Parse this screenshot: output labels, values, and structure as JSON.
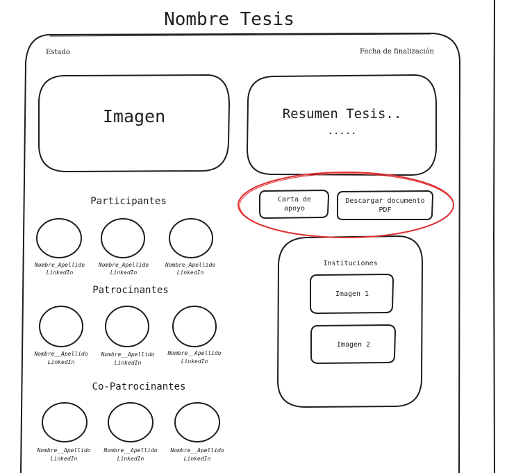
{
  "page": {
    "title": "Nombre Tesis"
  },
  "card": {
    "estado_label": "Estado",
    "fecha_label": "Fecha de finalización"
  },
  "image_box": {
    "label": "Imagen"
  },
  "summary": {
    "title": "Resumen Tesis..",
    "ellipsis": "....."
  },
  "buttons": {
    "carta_label": "Carta de apoyo",
    "descargar_label": "Descargar documento PDF"
  },
  "instituciones": {
    "title": "Instituciones",
    "images": [
      "Imagen 1",
      "Imagen 2"
    ]
  },
  "groups": [
    {
      "title": "Participantes",
      "people": [
        {
          "name": "Nombre_Apellido",
          "link": "LinkedIn"
        },
        {
          "name": "Nombre_Apellido",
          "link": "LinkedIn"
        },
        {
          "name": "Nombre_Apellido",
          "link": "LinkedIn"
        }
      ]
    },
    {
      "title": "Patrocinantes",
      "people": [
        {
          "name": "Nombre__Apellido",
          "link": "LinkedIn"
        },
        {
          "name": "Nombre__Apellido",
          "link": "LinkedIn"
        },
        {
          "name": "Nombre__Apellido",
          "link": "LinkedIn"
        }
      ]
    },
    {
      "title": "Co-Patrocinantes",
      "people": [
        {
          "name": "Nombre__Apellido",
          "link": "LinkedIn"
        },
        {
          "name": "Nombre__Apellido",
          "link": "LinkedIn"
        },
        {
          "name": "Nombre__Apellido",
          "link": "LinkedIn"
        }
      ]
    }
  ],
  "colors": {
    "stroke": "#1e1e1e",
    "highlight": "#e03131",
    "background": "#ffffff"
  }
}
